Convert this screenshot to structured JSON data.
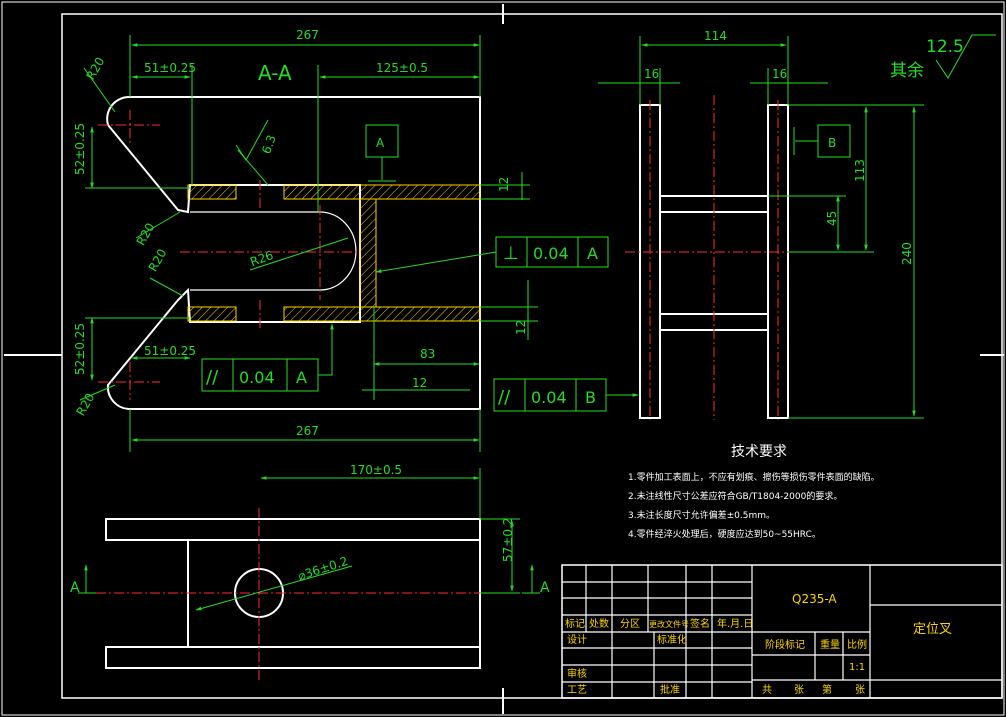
{
  "colors": {
    "background": "#000000",
    "outline": "#ffffff",
    "dimension": "#22dd22",
    "centerline": "#ff2a2a",
    "title_block": "#ffd400"
  },
  "section_view": {
    "label": "A-A",
    "dims": {
      "overall_top": "267",
      "overall_bottom": "267",
      "left_top": "51±0.25",
      "left_bottom": "51±0.25",
      "right_top": "125±0.5",
      "height_top": "52±0.25",
      "height_bottom": "52±0.25",
      "thick_top": "12",
      "thick_bottom": "12",
      "dim_83": "83",
      "dim_12": "12",
      "r20_a": "R20",
      "r20_b": "R20",
      "r20_c": "R20",
      "r20_d": "R20",
      "r26": "R26"
    },
    "roughness": "6.3",
    "datum_a": "A",
    "tol_perp": {
      "symbol": "⊥",
      "value": "0.04",
      "datum": "A"
    },
    "tol_par_a": {
      "symbol": "//",
      "value": "0.04",
      "datum": "A"
    }
  },
  "side_view": {
    "dims": {
      "width": "114",
      "left": "16",
      "right": "16",
      "height": "240",
      "upper": "113",
      "mid": "45"
    },
    "datum_b": "B",
    "tol_par_b": {
      "symbol": "//",
      "value": "0.04",
      "datum": "B"
    }
  },
  "top_view": {
    "dims": {
      "width": "170±0.5",
      "height": "57±0.2",
      "hole": "⌀36±0.2"
    },
    "section_mark_left": "A",
    "section_mark_right": "A"
  },
  "roughness_note": {
    "value": "12.5",
    "text": "其余"
  },
  "tech_req": {
    "title": "技术要求",
    "items": [
      "1.零件加工表面上，不应有划痕、擦伤等损伤零件表面的缺陷。",
      "2.未注线性尺寸公差应符合GB/T1804-2000的要求。",
      "3.未注长度尺寸允许偏差±0.5mm。",
      "4.零件经淬火处理后，硬度应达到50~55HRC。"
    ]
  },
  "title_block": {
    "material": "Q235-A",
    "part_name": "定位叉",
    "row_labels": [
      "标记",
      "处数",
      "分区",
      "更改文件号",
      "签名",
      "年.月.日"
    ],
    "design": "设计",
    "standardize": "标准化",
    "review": "审核",
    "process": "工艺",
    "approve": "批准",
    "stage": "阶段标记",
    "weight": "重量",
    "scale": "比例",
    "scale_value": "1:1",
    "sheets": [
      "共",
      "张",
      "第",
      "张"
    ]
  }
}
